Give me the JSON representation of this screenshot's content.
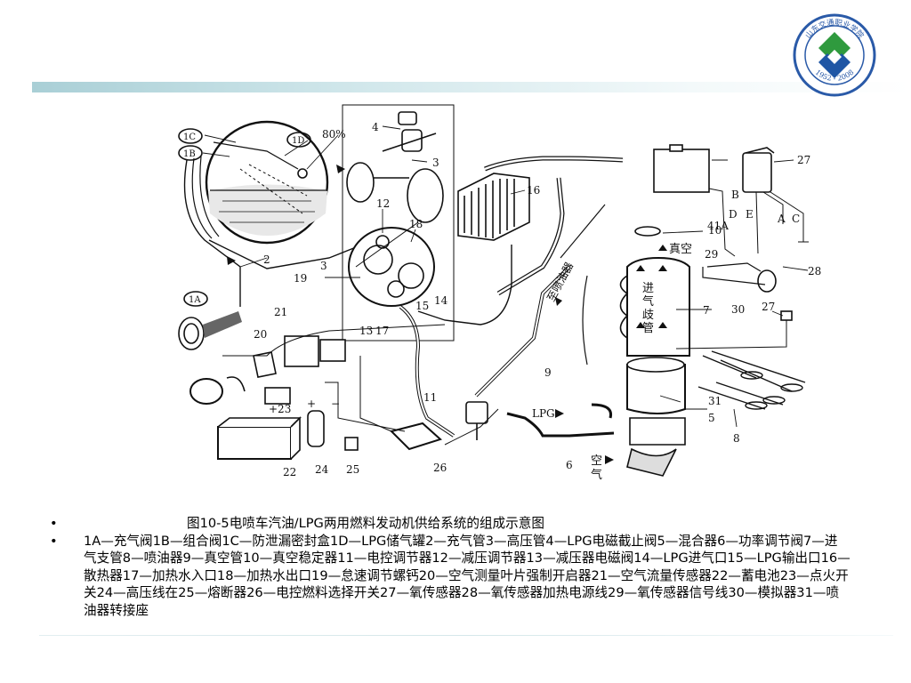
{
  "diagram": {
    "callouts": {
      "c1C": "1C",
      "c1B": "1B",
      "c1D": "1D",
      "pct": "80%",
      "c1A": "1A",
      "c2": "2",
      "c3a": "3",
      "c3b": "3",
      "c4": "4",
      "c5": "5",
      "c6": "6",
      "c7": "7",
      "c8": "8",
      "c9": "9",
      "c10": "10",
      "c11": "11",
      "c12": "12",
      "c13": "13",
      "c14": "14",
      "c15": "15",
      "c16": "16",
      "c17": "17",
      "c18": "18",
      "c19": "19",
      "c20": "20",
      "c21": "21",
      "c22": "22",
      "c23": "+23",
      "c24": "24",
      "c25": "25",
      "c26": "26",
      "c27a": "27",
      "c27b": "27",
      "c28": "28",
      "c29": "29",
      "c30": "30",
      "c31": "31",
      "c41A": "41A",
      "lB": "B",
      "lD": "D",
      "lE": "E",
      "lA": "A",
      "lC": "C",
      "plus": "+",
      "minus": "−"
    },
    "labels": {
      "vacuum": "真空",
      "injector_pipe": "至喷油器",
      "intake_1": "进",
      "intake_2": "气",
      "intake_3": "歧",
      "intake_4": "管",
      "lpg": "LPG",
      "air_1": "空",
      "air_2": "气"
    }
  },
  "caption": {
    "bullet": "•",
    "title": "图10-5电喷车汽油/LPG两用燃料发动机供给系统的组成示意图",
    "legend": "1A—充气阀1B—组合阀1C—防泄漏密封盒1D—LPG储气罐2—充气管3—高压管4—LPG电磁截止阀5—混合器6—功率调节阀7—进气支管8—喷油器9—真空管10—真空稳定器11—电控调节器12—减压调节器13—减压器电磁阀14—LPG进气口15—LPG输出口16—散热器17—加热水入口18—加热水出口19—怠速调节螺钙20—空气测量叶片强制开启器21—空气流量传感器22—蓄电池23—点火开关24—高压线在25—熔断器26—电控燃料选择开关27—氧传感器28—氧传感器加热电源线29—氧传感器信号线30—模拟器31—喷油器转接座"
  },
  "logo": {
    "text_top": "山东交通职业学院",
    "text_bottom": "1952 - 2008",
    "colors": {
      "ring": "#2a5aa8",
      "green": "#2f9a3e",
      "blue": "#1f56a5"
    }
  }
}
